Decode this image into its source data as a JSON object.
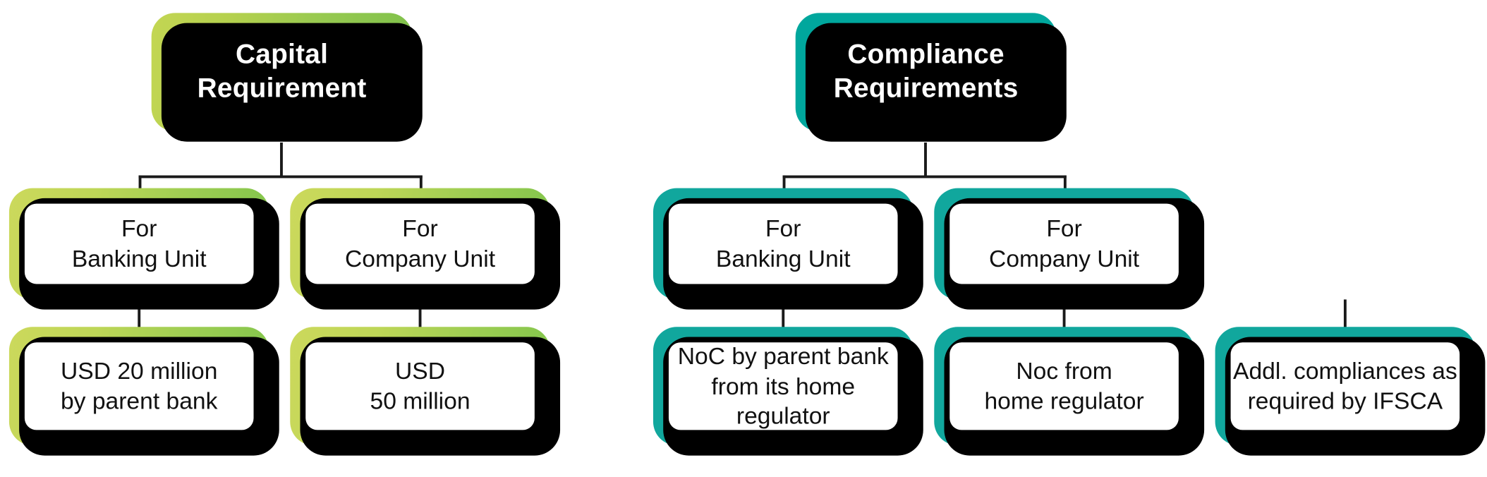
{
  "diagram": {
    "type": "hierarchy-tree",
    "background": "#ffffff",
    "branches": [
      {
        "id": "capital",
        "accent": "#8cc751",
        "accent_light": "#c8d857",
        "root": {
          "label": "Capital\nRequirement"
        },
        "level2": [
          {
            "id": "cap-banking",
            "label": "For\nBanking Unit"
          },
          {
            "id": "cap-company",
            "label": "For\nCompany Unit"
          }
        ],
        "level3": [
          {
            "id": "cap-banking-amt",
            "parent": "cap-banking",
            "label": "USD 20 million\nby parent bank"
          },
          {
            "id": "cap-company-amt",
            "parent": "cap-company",
            "label": "USD\n50 million"
          }
        ]
      },
      {
        "id": "compliance",
        "accent": "#00a79d",
        "accent_light": "#11a79d",
        "root": {
          "label": "Compliance\nRequirements"
        },
        "level2": [
          {
            "id": "comp-banking",
            "label": "For\nBanking Unit"
          },
          {
            "id": "comp-company",
            "label": "For\nCompany Unit"
          }
        ],
        "level3": [
          {
            "id": "comp-banking-noc",
            "parent": "comp-banking",
            "label": "NoC by parent bank\nfrom its home\nregulator"
          },
          {
            "id": "comp-company-noc",
            "parent": "comp-company",
            "label": "Noc from\nhome regulator"
          },
          {
            "id": "comp-company-addl",
            "parent": "comp-company",
            "label": "Addl. compliances as\nrequired by IFSCA"
          }
        ]
      }
    ]
  }
}
